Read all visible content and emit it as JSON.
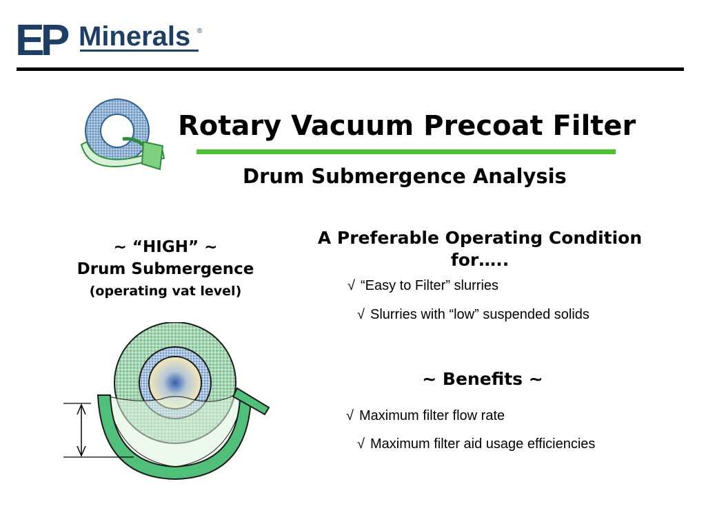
{
  "logo": {
    "mark": "EP",
    "name": "Minerals",
    "registered": "®"
  },
  "title": "Rotary Vacuum Precoat Filter",
  "subtitle": "Drum Submergence Analysis",
  "left_heading": {
    "line1": "~ “HIGH” ~",
    "line2": "Drum Submergence",
    "line3": "(operating vat level)"
  },
  "condition": {
    "heading_line1": "A Preferable Operating Condition",
    "heading_line2": "for…..",
    "check": "√",
    "items": [
      "“Easy to Filter” slurries",
      "Slurries with “low” suspended solids"
    ]
  },
  "benefits": {
    "heading": "~ Benefits ~",
    "check": "√",
    "items": [
      "Maximum filter flow rate",
      "Maximum filter aid usage efficiencies"
    ]
  },
  "icons": {
    "filter_logo": "rotary-filter-logo-icon",
    "drum_diagram": "drum-submergence-diagram-icon"
  },
  "colors": {
    "green_accent": "#4cc233",
    "logo_navy": "#1e3f63",
    "drum_green": "#5aa878",
    "screen_blue": "#4f7fb0",
    "vat_green": "#4fbf7a"
  }
}
